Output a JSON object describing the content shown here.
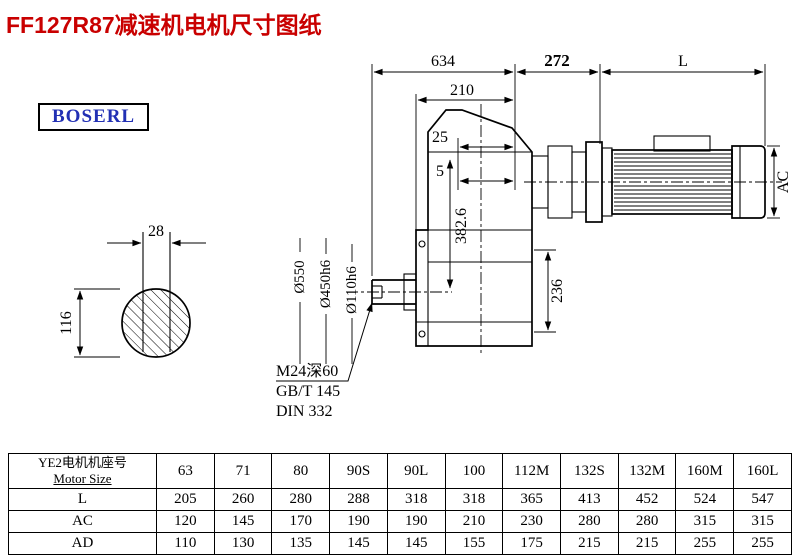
{
  "title": "FF127R87减速机电机尺寸图纸",
  "logo": "BOSERL",
  "drawing": {
    "dim_634": "634",
    "dim_272": "272",
    "dim_L": "L",
    "dim_210": "210",
    "dim_25": "25",
    "dim_5": "5",
    "dim_28": "28",
    "dim_116": "116",
    "dim_382_6": "382.6",
    "dim_236": "236",
    "dim_AC": "AC",
    "dia_550": "Ø550",
    "dia_450": "Ø450h6",
    "dia_110": "Ø110h6",
    "note_thread": "M24深60",
    "note_gb": "GB/T 145",
    "note_din": "DIN 332"
  },
  "table": {
    "header_cn": "YE2电机机座号",
    "header_en": "Motor Size",
    "sizes": [
      "63",
      "71",
      "80",
      "90S",
      "90L",
      "100",
      "112M",
      "132S",
      "132M",
      "160M",
      "160L"
    ],
    "rows": [
      {
        "label": "L",
        "values": [
          "205",
          "260",
          "280",
          "288",
          "318",
          "318",
          "365",
          "413",
          "452",
          "524",
          "547"
        ]
      },
      {
        "label": "AC",
        "values": [
          "120",
          "145",
          "170",
          "190",
          "190",
          "210",
          "230",
          "280",
          "280",
          "315",
          "315"
        ]
      },
      {
        "label": "AD",
        "values": [
          "110",
          "130",
          "135",
          "145",
          "145",
          "155",
          "175",
          "215",
          "215",
          "255",
          "255"
        ]
      }
    ]
  }
}
